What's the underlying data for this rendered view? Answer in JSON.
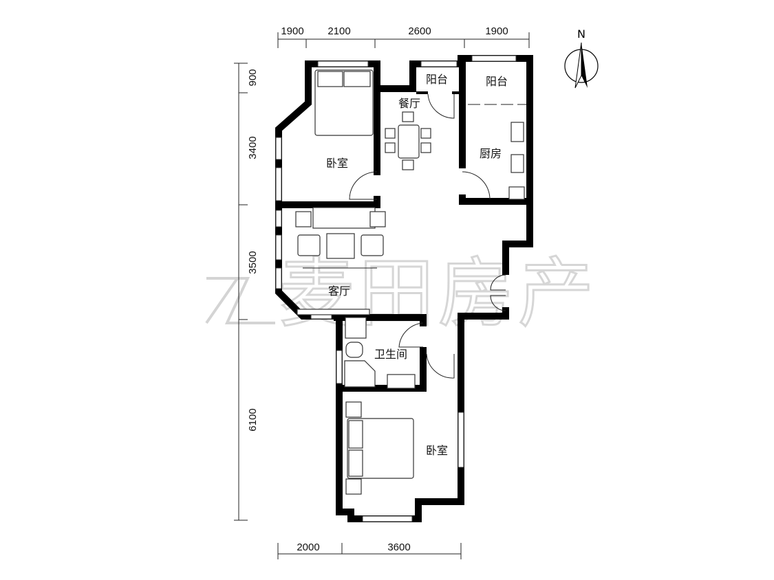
{
  "dimensions": {
    "top": [
      "1900",
      "2100",
      "2600",
      "1900"
    ],
    "left": [
      "900",
      "3400",
      "3500",
      "6100"
    ],
    "bottom": [
      "2000",
      "3600"
    ]
  },
  "compass": {
    "label": "N"
  },
  "rooms": {
    "bedroom_north": "卧室",
    "dining": "餐厅",
    "balcony_west": "阳台",
    "balcony_east": "阳台",
    "kitchen": "厨房",
    "living": "客厅",
    "bathroom": "卫生间",
    "bedroom_south": "卧室"
  },
  "watermark": "麦田房产"
}
